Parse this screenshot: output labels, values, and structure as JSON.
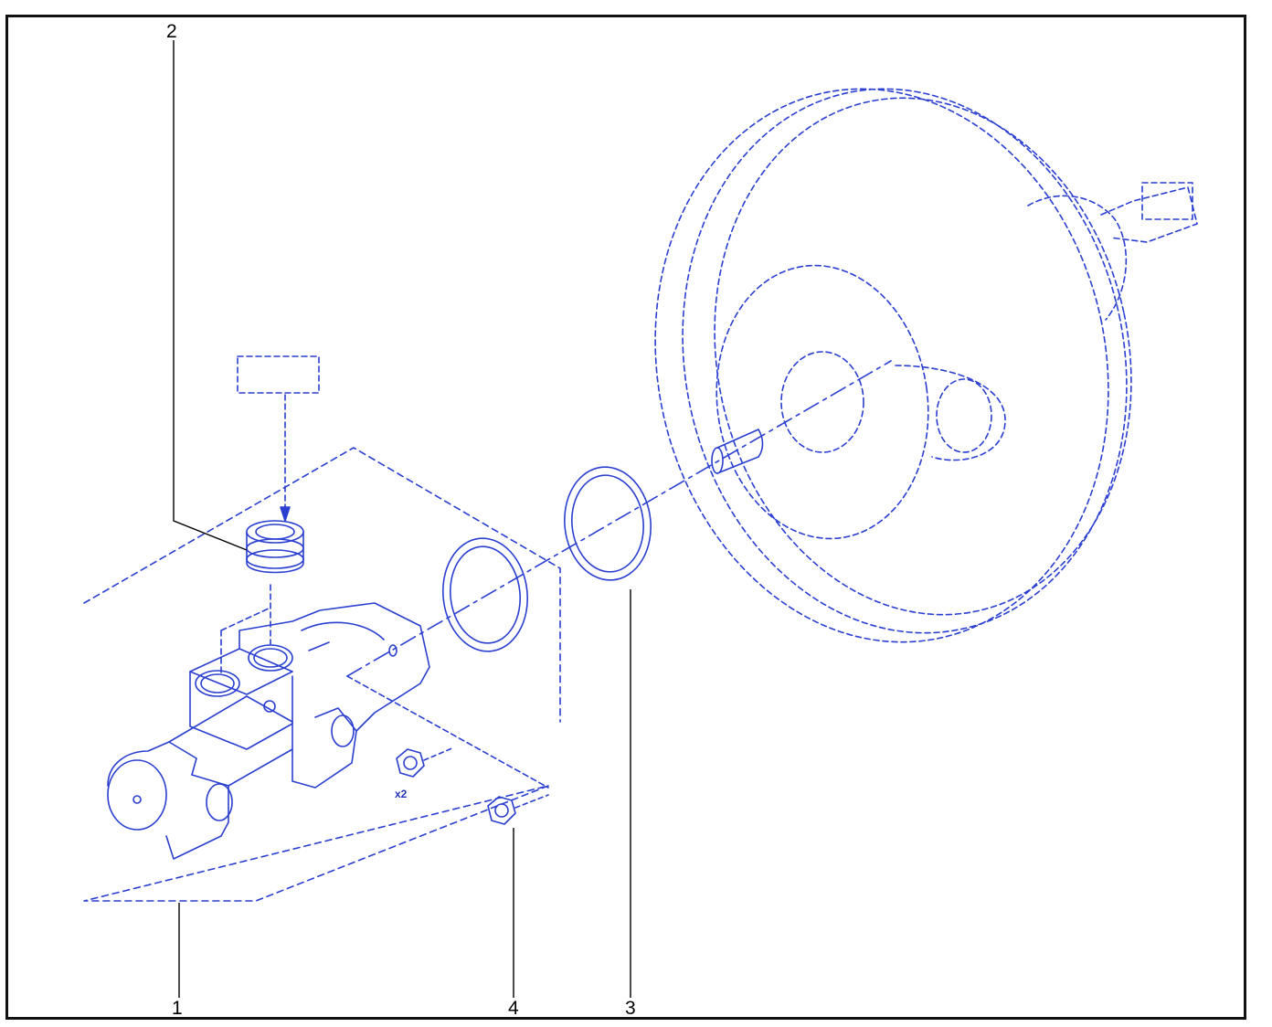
{
  "diagram": {
    "line_color": "#2a3fd0",
    "callout_color": "#000000",
    "callouts": {
      "c1": "1",
      "c2": "2",
      "c3": "3",
      "c4": "4"
    },
    "quantity_label": "x2"
  }
}
